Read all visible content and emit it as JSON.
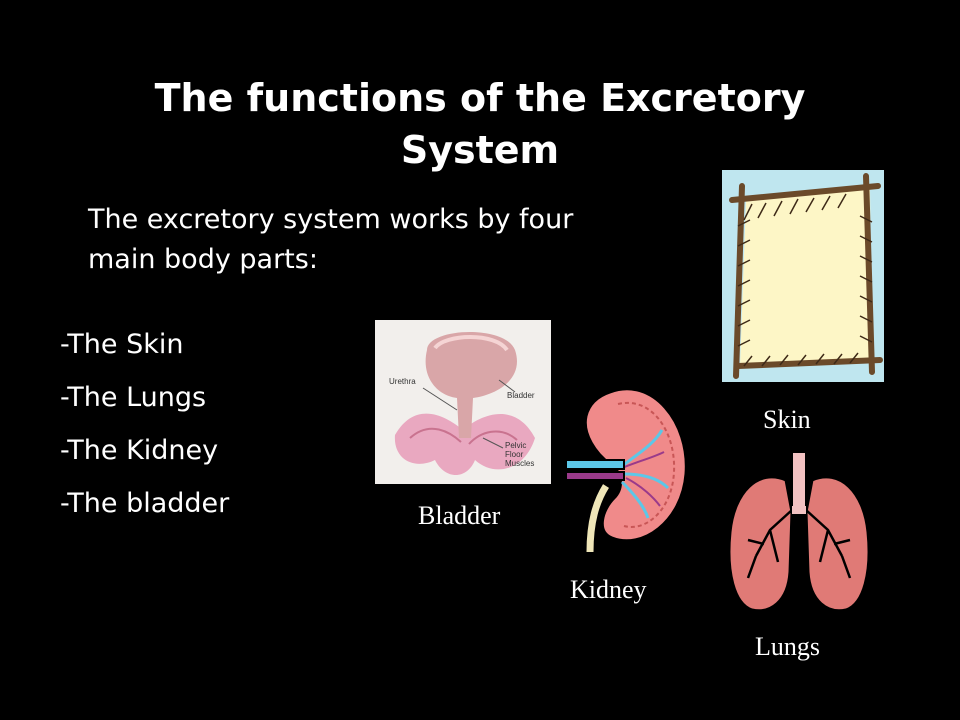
{
  "slide": {
    "title": "The functions of the Excretory System",
    "intro": "The excretory system works by four main body parts:",
    "items": [
      "-The Skin",
      "-The Lungs",
      "-The Kidney",
      "-The bladder"
    ]
  },
  "illustrations": {
    "bladder": {
      "caption": "Bladder",
      "diagram_labels": {
        "urethra": "Urethra",
        "bladder": "Bladder",
        "pelvic1": "Pelvic",
        "pelvic2": "Floor",
        "pelvic3": "Muscles"
      }
    },
    "kidney": {
      "caption": "Kidney"
    },
    "skin": {
      "caption": "Skin"
    },
    "lungs": {
      "caption": "Lungs"
    }
  }
}
